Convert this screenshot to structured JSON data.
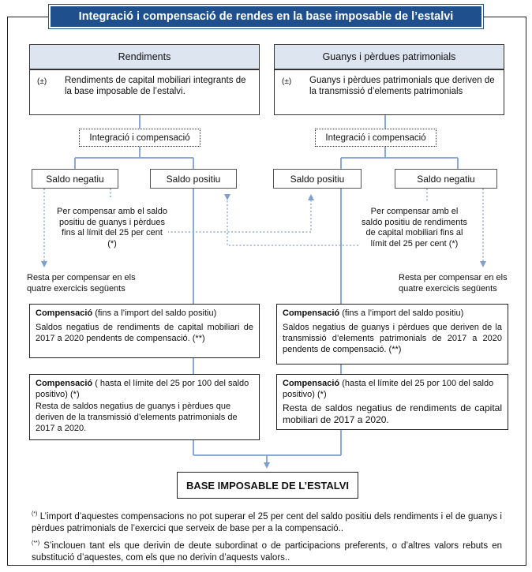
{
  "title": "Integració i compensació de rendes en la base imposable de l’estalvi",
  "left": {
    "header": "Rendiments",
    "sign": "(±)",
    "body": "Rendiments de capital mobiliari integrants de la base imposable de l’estalvi.",
    "integration": "Integració i compensació",
    "saldo_negatiu": "Saldo negatiu",
    "saldo_positiu": "Saldo positiu",
    "note": "Per compensar amb el saldo positiu de guanys i pèrdues fins al límit del 25 per cent (*)",
    "resta": "Resta per compensar en els quatre exercicis següents",
    "comp1_title": "Compensació",
    "comp1_sub": " (fins a l’import del saldo positiu)",
    "comp1_body": "Saldos negatius de rendiments de capital mobiliari de 2017 a 2020 pendents de compensació. (**)",
    "comp2_title": "Compensació",
    "comp2_sub": " ( hasta el límite del 25 por 100 del saldo positivo) (*)",
    "comp2_body": "Resta de saldos negatius de guanys i pèrdues que deriven de la transmissió d’elements patrimonials de 2017 a 2020."
  },
  "right": {
    "header": "Guanys i pèrdues patrimonials",
    "sign": "(±)",
    "body": "Guanys i pèrdues patrimonials que deriven de la transmissió d’elements patrimonials",
    "integration": "Integració i compensació",
    "saldo_positiu": "Saldo positiu",
    "saldo_negatiu": "Saldo negatiu",
    "note": "Per compensar amb el saldo positiu de rendiments de capital mobiliari fins al límit del 25 per cent (*)",
    "resta": "Resta per compensar en els quatre exercicis següents",
    "comp1_title": "Compensació",
    "comp1_sub": " (fins a l’import del saldo positiu)",
    "comp1_body": "Saldos negatius de guanys i pèrdues que deriven de la transmissió d’elements patrimonials de 2017 a 2020 pendents de compensació. (**)",
    "comp2_title": "Compensació",
    "comp2_sub": " (hasta el límite del 25 por 100 del saldo positivo) (*)",
    "comp2_body": "Resta de saldos negatius de rendiments de capital mobiliari de 2017 a 2020."
  },
  "final": "BASE IMPOSABLE DE L’ESTALVI",
  "footnotes": {
    "f1_mark": "(*)",
    "f1_text": " L’import d’aquestes compensacions no pot superar el 25 per cent del saldo positiu dels rendiments i el de guanys i pèrdues patrimonials de l’exercici que serveix de base per a la compensació..",
    "f2_mark": "(**)",
    "f2_text": " S’inclouen tant els que derivin de deute subordinat o de participacions preferents, o d’altres valors rebuts en substitució d’aquestes, com els que no derivin d’aquests valors.."
  },
  "colors": {
    "title_bg": "#1f4f8d",
    "header_bg": "#dde5f1",
    "connector": "#7f9fcf"
  }
}
